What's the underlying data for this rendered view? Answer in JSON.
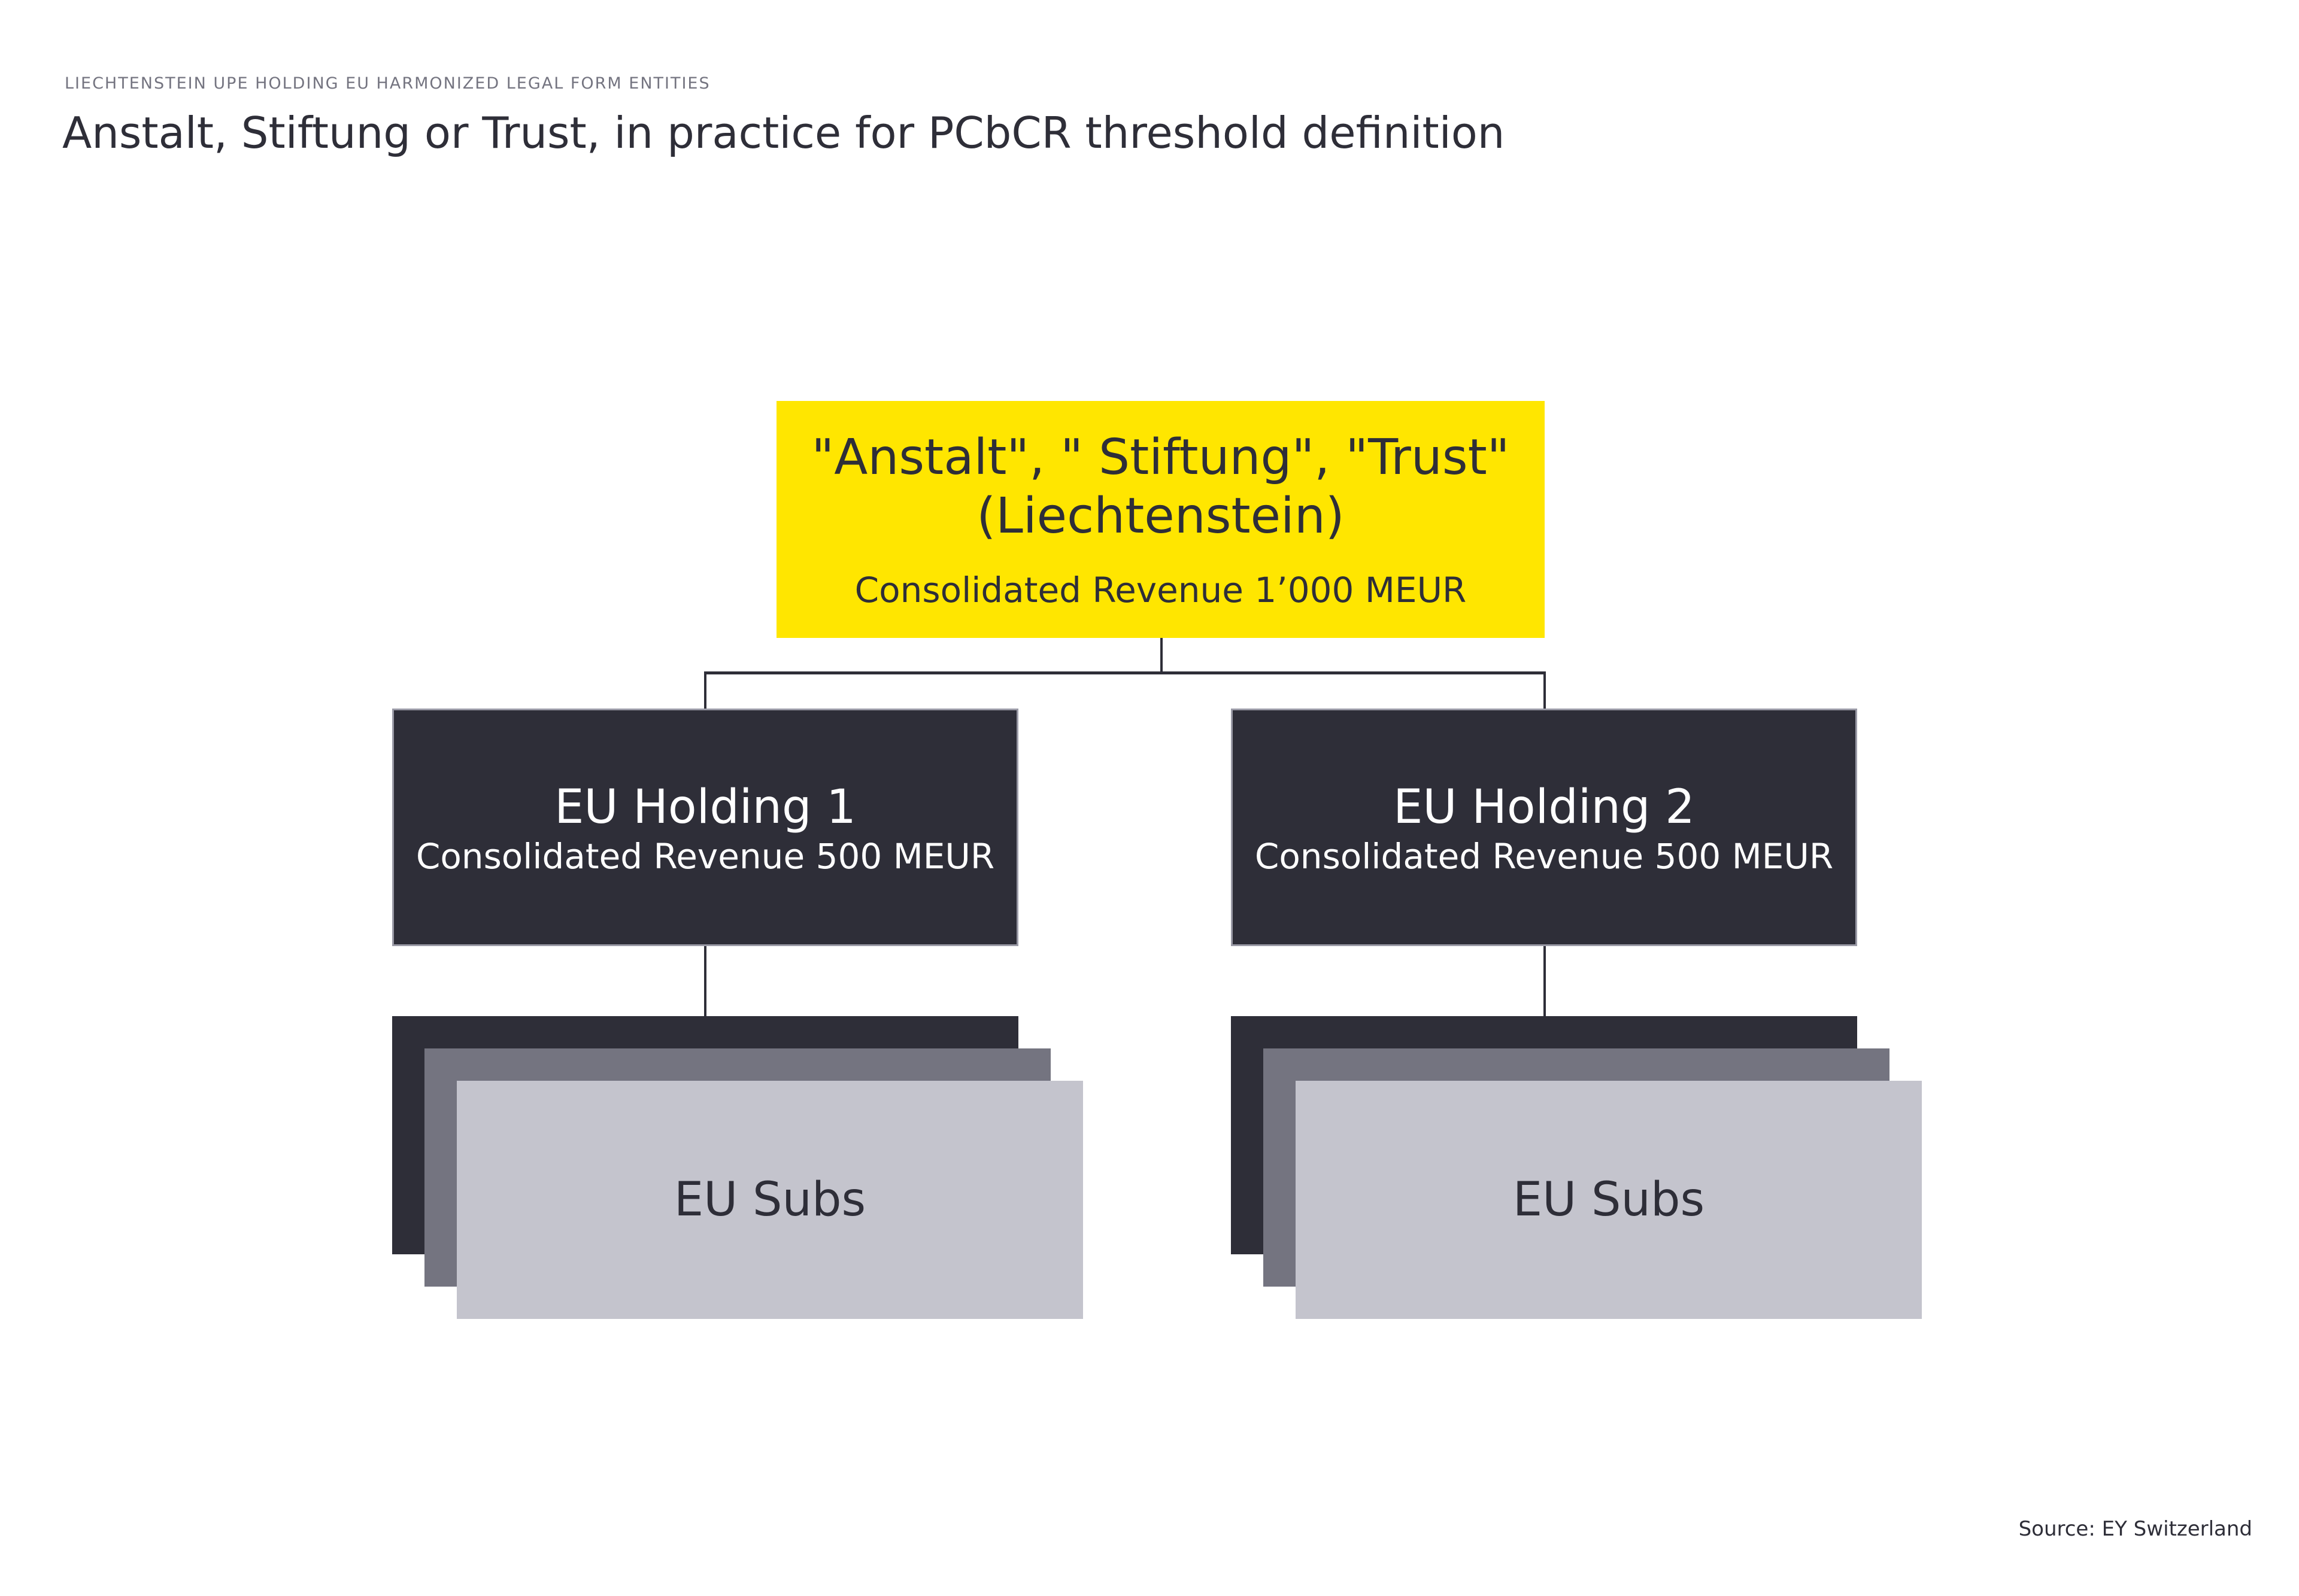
{
  "header": {
    "kicker": "LIECHTENSTEIN UPE HOLDING EU HARMONIZED LEGAL FORM ENTITIES",
    "title": "Anstalt, Stiftung or Trust, in practice for PCbCR threshold definition"
  },
  "diagram": {
    "root": {
      "title_line1": "\"Anstalt\", \" Stiftung\", \"Trust\"",
      "title_line2": "(Liechtenstein)",
      "revenue": "Consolidated Revenue 1’000 MEUR"
    },
    "holdings": [
      {
        "title": "EU Holding 1",
        "revenue": "Consolidated Revenue 500 MEUR",
        "subs": "EU Subs"
      },
      {
        "title": "EU Holding 2",
        "revenue": "Consolidated Revenue 500 MEUR",
        "subs": "EU Subs"
      }
    ]
  },
  "footer": {
    "source": "Source: EY Switzerland"
  },
  "colors": {
    "yellow": "#FFE600",
    "dark": "#2E2E38",
    "gray": "#747480",
    "light": "#C4C4CD"
  }
}
